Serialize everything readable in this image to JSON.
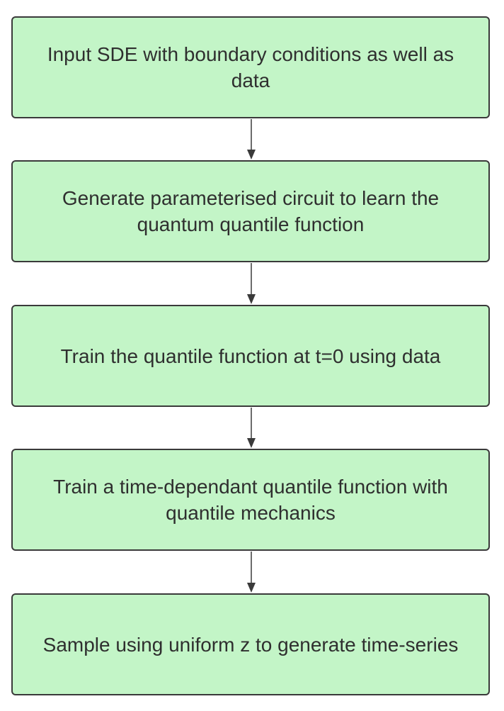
{
  "diagram": {
    "steps": [
      {
        "label": "Input SDE with boundary conditions as well as data"
      },
      {
        "label": "Generate parameterised circuit to learn the quantum quantile function"
      },
      {
        "label": "Train the quantile function at t=0 using data"
      },
      {
        "label": "Train a time-dependant quantile function with quantile mechanics"
      },
      {
        "label": "Sample using uniform z to generate time-series"
      }
    ],
    "colors": {
      "box_fill": "#c3f5c7",
      "box_border": "#3a3a3a",
      "text": "#2f2f2f",
      "arrow": "#3a3a3a"
    }
  }
}
